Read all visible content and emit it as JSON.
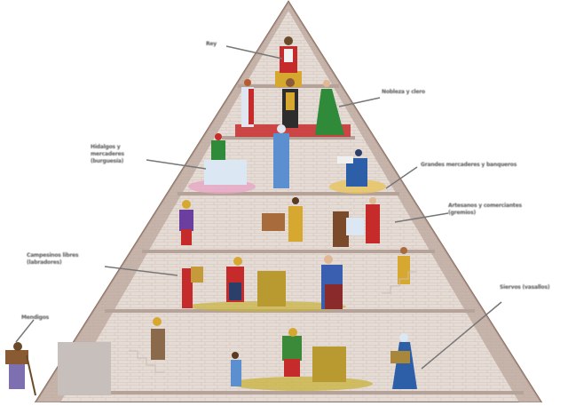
{
  "diagram": {
    "type": "feudal-society-pyramid",
    "tiers": [
      {
        "level": 1,
        "name": "king",
        "label": "Rey",
        "figures": [
          "king-on-throne"
        ]
      },
      {
        "level": 2,
        "name": "nobility-clergy",
        "label": "Nobleza y clero",
        "figures": [
          "bishop",
          "noble-lord",
          "noble-lady"
        ]
      },
      {
        "level": 3,
        "name": "wealthy-commoners",
        "label": "Hidalgos y mercaderes (burguesía)",
        "figures": [
          "merchant-at-table",
          "knight",
          "scholar-reading"
        ]
      },
      {
        "level": 4,
        "name": "artisans",
        "label": "Artesanos y comerciantes (gremios)",
        "figures": [
          "craftsman",
          "carpenter",
          "cloth-merchants"
        ]
      },
      {
        "level": 5,
        "name": "free-peasants",
        "label": "Campesinos libres",
        "figures": [
          "child-with-sheaf",
          "reaper",
          "woman-with-rake",
          "peasant-climbing-stairs"
        ]
      },
      {
        "level": 6,
        "name": "serfs",
        "label": "Siervos",
        "figures": [
          "man-on-stairs",
          "boy-carrying-wood",
          "man-cutting-wheat",
          "woman-with-sheaf"
        ]
      }
    ],
    "outside": {
      "name": "beggar",
      "label": "Mendigos"
    }
  },
  "labels": {
    "top": "Rey",
    "nobles": "Nobleza y clero",
    "burghers_left": "Hidalgos y mercaderes (burguesía)",
    "right_mid": "Grandes mercaderes y banqueros",
    "artisans": "Artesanos y comerciantes (gremios)",
    "peasants": "Campesinos libres (labradores)",
    "serfs": "Siervos (vasallos)",
    "beggar": "Mendigos"
  },
  "colors": {
    "stone": "#e4d8d2",
    "edge": "#9a7f70",
    "shelf": "#c9b8b0",
    "gold": "#d7a830",
    "red": "#c62b2b",
    "blue": "#3a5fb0",
    "green": "#2f8a3a"
  }
}
